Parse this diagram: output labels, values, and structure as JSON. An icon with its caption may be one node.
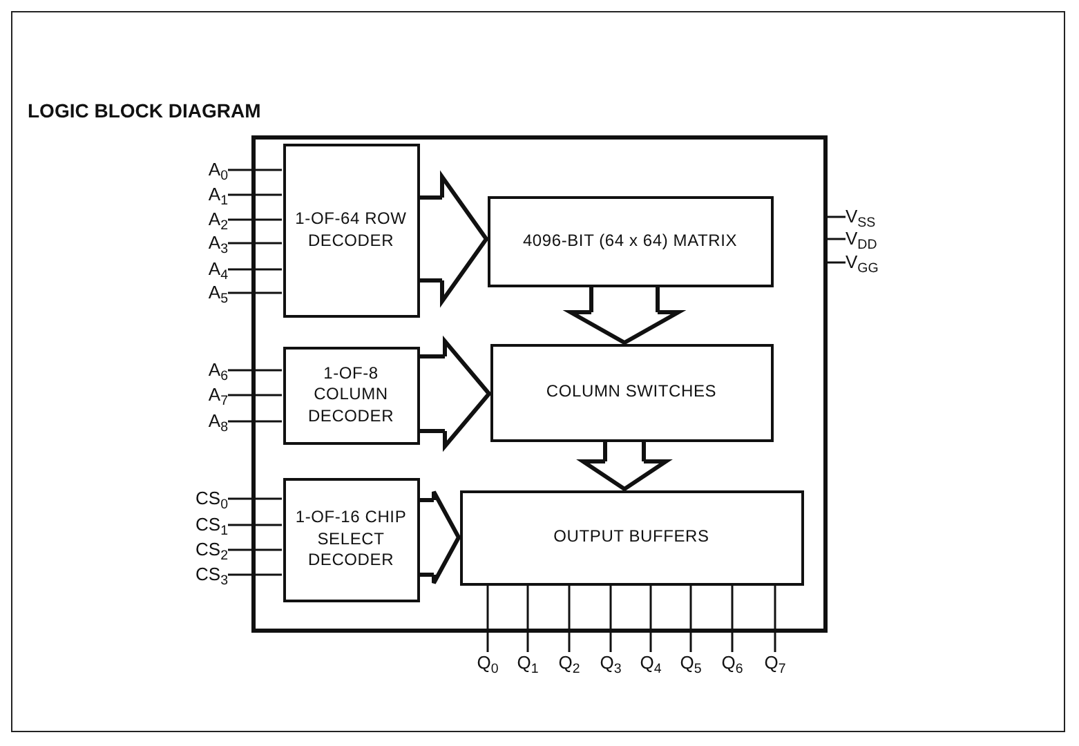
{
  "diagram": {
    "title": "LOGIC BLOCK DIAGRAM",
    "nodes": [
      {
        "text": [],
        "shape": "box"
      },
      {
        "text": [
          "1-OF-64 ROW DECODER"
        ],
        "in": 0
      },
      {
        "text": [
          "1-OF-8 COLUMN DECODER"
        ],
        "in": 0
      },
      {
        "text": [
          "1-OF-16 CHIP SELECT DECODER"
        ],
        "in": 0
      },
      {
        "text": [
          "4096-BIT (64 x 64) MATRIX"
        ],
        "in": 0
      },
      {
        "text": [
          "COLUMN SWITCHES"
        ],
        "in": 0
      },
      {
        "text": [
          "OUTPUT BUFFERS"
        ],
        "in": 0
      },
      {
        "text": [
          "A$_{0}$"
        ]
      },
      {
        "text": [
          "A$_{1}$"
        ]
      },
      {
        "text": [
          "A$_{2}$"
        ]
      },
      {
        "text": [
          "A$_{3}$"
        ]
      },
      {
        "text": [
          "A$_{4}$"
        ]
      },
      {
        "text": [
          "A$_{5}$"
        ]
      },
      {
        "text": [
          "A$_{6}$"
        ]
      },
      {
        "text": [
          "A$_{7}$"
        ]
      },
      {
        "text": [
          "A$_{8}$"
        ]
      },
      {
        "text": [
          "CS$_{0}$"
        ]
      },
      {
        "text": [
          "CS$_{1}$"
        ]
      },
      {
        "text": [
          "CS$_{2}$"
        ]
      },
      {
        "text": [
          "CS$_{3}$"
        ]
      },
      {
        "text": [
          "V$_{SS}$"
        ]
      },
      {
        "text": [
          "V$_{DD}$"
        ]
      },
      {
        "text": [
          "V$_{GG}$"
        ]
      },
      {
        "text": [
          "Q$_{0}$"
        ]
      },
      {
        "text": [
          "Q$_{1}$"
        ]
      },
      {
        "text": [
          "Q$_{2}$"
        ]
      },
      {
        "text": [
          "Q$_{3}$"
        ]
      },
      {
        "text": [
          "Q$_{4}$"
        ]
      },
      {
        "text": [
          "Q$_{5}$"
        ]
      },
      {
        "text": [
          "Q$_{6}$"
        ]
      },
      {
        "text": [
          "Q$_{7}$"
        ]
      }
    ],
    "edges": [
      {
        "from": 7,
        "to": 1,
        "arrow": "none"
      },
      {
        "from": 8,
        "to": 1,
        "arrow": "none"
      },
      {
        "from": 9,
        "to": 1,
        "arrow": "none"
      },
      {
        "from": 10,
        "to": 1,
        "arrow": "none"
      },
      {
        "from": 11,
        "to": 1,
        "arrow": "none"
      },
      {
        "from": 12,
        "to": 1,
        "arrow": "none"
      },
      {
        "from": 13,
        "to": 2,
        "arrow": "none"
      },
      {
        "from": 14,
        "to": 2,
        "arrow": "none"
      },
      {
        "from": 15,
        "to": 2,
        "arrow": "none"
      },
      {
        "from": 16,
        "to": 3,
        "arrow": "none"
      },
      {
        "from": 17,
        "to": 3,
        "arrow": "none"
      },
      {
        "from": 18,
        "to": 3,
        "arrow": "none"
      },
      {
        "from": 19,
        "to": 3,
        "arrow": "none"
      },
      {
        "from": 0,
        "to": 20,
        "arrow": "none"
      },
      {
        "from": 0,
        "to": 21,
        "arrow": "none"
      },
      {
        "from": 0,
        "to": 22,
        "arrow": "none"
      },
      {
        "from": 6,
        "to": 23,
        "arrow": "none"
      },
      {
        "from": 6,
        "to": 24,
        "arrow": "none"
      },
      {
        "from": 6,
        "to": 25,
        "arrow": "none"
      },
      {
        "from": 6,
        "to": 26,
        "arrow": "none"
      },
      {
        "from": 6,
        "to": 27,
        "arrow": "none"
      },
      {
        "from": 6,
        "to": 28,
        "arrow": "none"
      },
      {
        "from": 6,
        "to": 29,
        "arrow": "none"
      },
      {
        "from": 6,
        "to": 30,
        "arrow": "none"
      },
      {
        "from": 1,
        "to": 4,
        "arrow": "to",
        "style": "thick"
      },
      {
        "from": 2,
        "to": 5,
        "arrow": "to",
        "style": "thick"
      },
      {
        "from": 3,
        "to": 6,
        "arrow": "to",
        "style": "thick"
      },
      {
        "from": 4,
        "to": 5,
        "arrow": "to",
        "style": "thick"
      },
      {
        "from": 5,
        "to": 6,
        "arrow": "to",
        "style": "thick"
      }
    ]
  }
}
